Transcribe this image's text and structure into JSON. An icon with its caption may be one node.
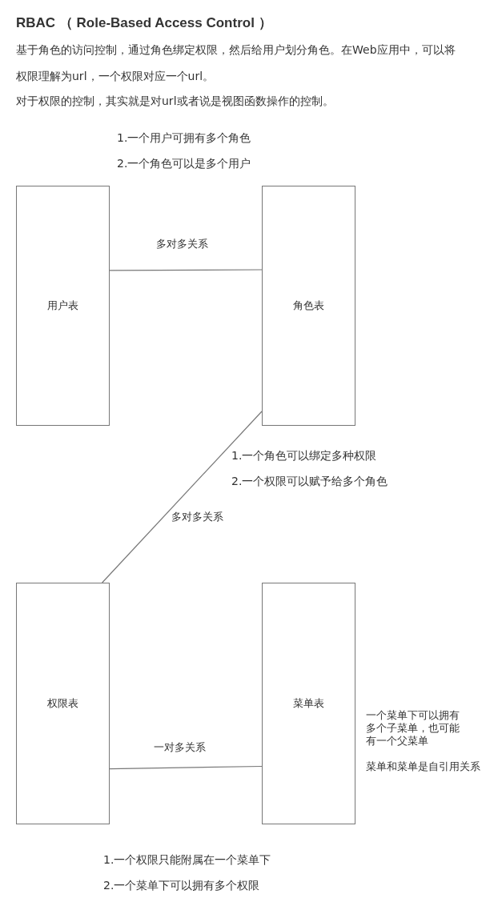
{
  "diagram": {
    "title": "RBAC （ Role-Based Access Control ）",
    "nodes": [
      {
        "text": [
          "用户表"
        ]
      },
      {
        "text": [
          "角色表"
        ]
      },
      {
        "text": [
          "权限表"
        ]
      },
      {
        "text": [
          "菜单表"
        ],
        "beside": [
          "一个菜单下可以拥有多个子菜单，也可能有一个父菜单",
          "菜单和菜单是自引用关系"
        ]
      }
    ],
    "edges": [
      {
        "from": 0,
        "to": 1,
        "arrow": "none",
        "label": "多对多关系"
      },
      {
        "from": 1,
        "to": 2,
        "arrow": "none",
        "label": "多对多关系"
      },
      {
        "from": 2,
        "to": 3,
        "arrow": "none",
        "label": "一对多关系"
      }
    ],
    "labels": [
      "基于角色的访问控制，通过角色绑定权限，然后给用户划分角色。在Web应用中，可以将权限理解为url，一个权限对应一个url。",
      "对于权限的控制，其实就是对url或者说是视图函数操作的控制。",
      "1.一个用户可拥有多个角色",
      "2.一个角色可以是多个用户",
      "1.一个角色可以绑定多种权限",
      "2.一个权限可以赋予给多个角色",
      "1.一个权限只能附属在一个菜单下",
      "2.一个菜单下可以拥有多个权限"
    ]
  }
}
